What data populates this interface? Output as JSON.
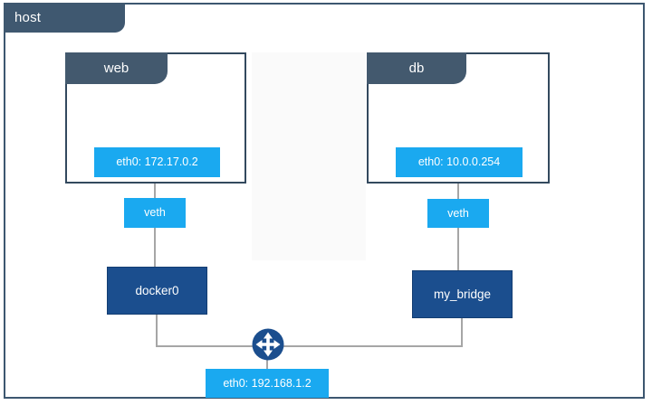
{
  "diagram": {
    "title": "host",
    "colors": {
      "frame_border": "#3d5770",
      "host_tab": "#3f5870",
      "container_tab": "#43596e",
      "container_border": "#33495e",
      "interface_chip": "#1aa9f0",
      "bridge": "#1b4e8e",
      "connector": "#a6a6a6",
      "router": "#1b4e8e",
      "canvas": "#ffffff"
    },
    "host": {
      "label": "host"
    },
    "containers": [
      {
        "name": "web",
        "interface": {
          "label": "eth0: 172.17.0.2",
          "name": "eth0",
          "address": "172.17.0.2"
        }
      },
      {
        "name": "db",
        "interface": {
          "label": "eth0: 10.0.0.254",
          "name": "eth0",
          "address": "10.0.0.254"
        }
      }
    ],
    "veth_pairs": [
      {
        "label": "veth"
      },
      {
        "label": "veth"
      }
    ],
    "bridges": [
      {
        "label": "docker0"
      },
      {
        "label": "my_bridge"
      }
    ],
    "host_interface": {
      "label": "eth0: 192.168.1.2",
      "name": "eth0",
      "address": "192.168.1.2"
    },
    "router": {
      "icon": "router-four-way-arrows-icon"
    }
  }
}
